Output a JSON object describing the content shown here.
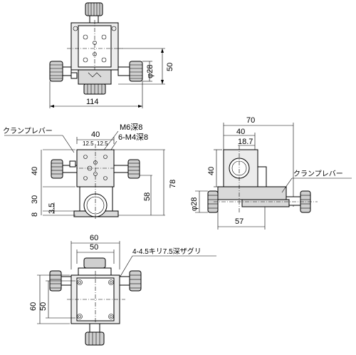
{
  "top_view": {
    "dim_width": "114",
    "dim_height": "50",
    "dim_knob_dia": "φ28"
  },
  "front_view": {
    "clamp_lever_label": "クランプレバー",
    "dim_40_top": "40",
    "dim_12_5_a": "12.5",
    "dim_12_5_b": "12.5",
    "note_m6": "M6深8",
    "note_m4": "6-M4深8",
    "dim_40_left": "40",
    "dim_30_left": "30",
    "dim_3_5_left": "3.5",
    "dim_8_left": "8",
    "dim_58_right": "58",
    "dim_78_right": "78"
  },
  "side_view": {
    "dim_70": "70",
    "dim_40": "40",
    "dim_18_7": "18.7",
    "dim_40_left": "40",
    "clamp_lever_label": "クランプレバー",
    "dim_knob_dia": "φ28",
    "dim_57": "57"
  },
  "bottom_view": {
    "dim_60": "60",
    "dim_50": "50",
    "note_holes": "4-4.5キリ7.5深ザグリ",
    "dim_60_left": "60",
    "dim_50_left": "50"
  }
}
